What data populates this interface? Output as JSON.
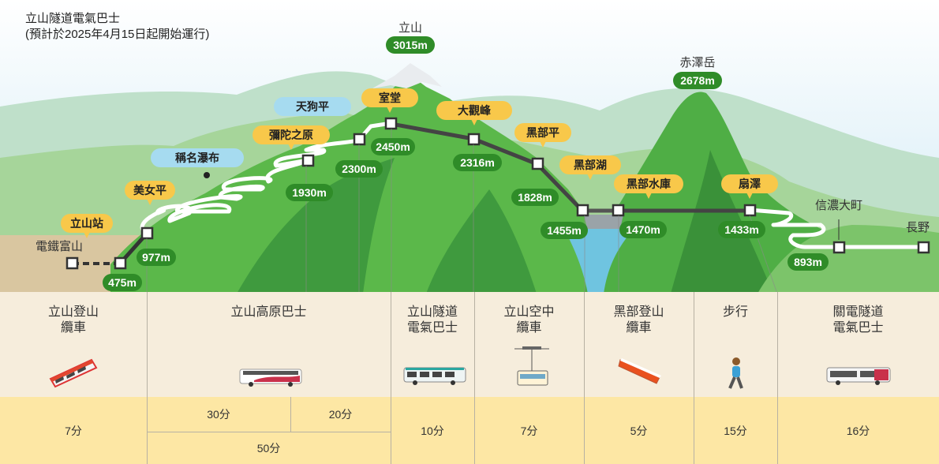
{
  "title": "立山隧道電氣巴士",
  "subtitle": "(預計於2025年4月15日起開始運行)",
  "colors": {
    "sky": "#cfe8f2",
    "mountain": "#5bb84a",
    "mountain_dark": "#2f8c3a",
    "green_pill": "#2f8c28",
    "yellow_pill": "#f8c84a",
    "blue_pill": "#a6dbf0",
    "route": "#444444",
    "bus_road": "#ffffff",
    "ground": "#d9c6a0",
    "segment_bg": "#f6eddc",
    "duration_bg": "#fde7a4",
    "water": "#6fc4e0"
  },
  "stations": [
    {
      "name": "電鐵富山",
      "label_style": "plain"
    },
    {
      "name": "立山站",
      "label_style": "yellow",
      "elevation": "475m"
    },
    {
      "name": "美女平",
      "label_style": "yellow",
      "elevation": "977m"
    },
    {
      "name": "稱名瀑布",
      "label_style": "blue"
    },
    {
      "name": "彌陀之原",
      "label_style": "yellow",
      "elevation": "1930m"
    },
    {
      "name": "天狗平",
      "label_style": "blue",
      "elevation": "2300m"
    },
    {
      "name": "室堂",
      "label_style": "yellow",
      "elevation": "2450m"
    },
    {
      "name": "大觀峰",
      "label_style": "yellow",
      "elevation": "2316m"
    },
    {
      "name": "黑部平",
      "label_style": "yellow",
      "elevation": "1828m"
    },
    {
      "name": "黑部湖",
      "label_style": "yellow",
      "elevation": "1455m"
    },
    {
      "name": "黑部水庫",
      "label_style": "yellow",
      "elevation": "1470m"
    },
    {
      "name": "扇澤",
      "label_style": "yellow",
      "elevation": "1433m"
    },
    {
      "name": "信濃大町",
      "label_style": "plain",
      "elevation": "893m"
    },
    {
      "name": "長野",
      "label_style": "plain"
    }
  ],
  "peaks": [
    {
      "name": "立山",
      "elevation": "3015m"
    },
    {
      "name": "赤澤岳",
      "elevation": "2678m"
    }
  ],
  "segments": [
    {
      "name": "立山登山\n纜車",
      "duration": "7分",
      "vehicle": "cable-car-icon"
    },
    {
      "name": "立山高原巴士",
      "duration_a": "30分",
      "duration_b": "20分",
      "duration_total": "50分",
      "vehicle": "highland-bus-icon"
    },
    {
      "name": "立山隧道\n電氣巴士",
      "duration": "10分",
      "vehicle": "electric-bus-icon"
    },
    {
      "name": "立山空中\n纜車",
      "duration": "7分",
      "vehicle": "ropeway-icon"
    },
    {
      "name": "黑部登山\n纜車",
      "duration": "5分",
      "vehicle": "cable-car-icon"
    },
    {
      "name": "步行",
      "duration": "15分",
      "vehicle": "walking-person-icon"
    },
    {
      "name": "關電隧道\n電氣巴士",
      "duration": "16分",
      "vehicle": "kanden-bus-icon"
    }
  ]
}
